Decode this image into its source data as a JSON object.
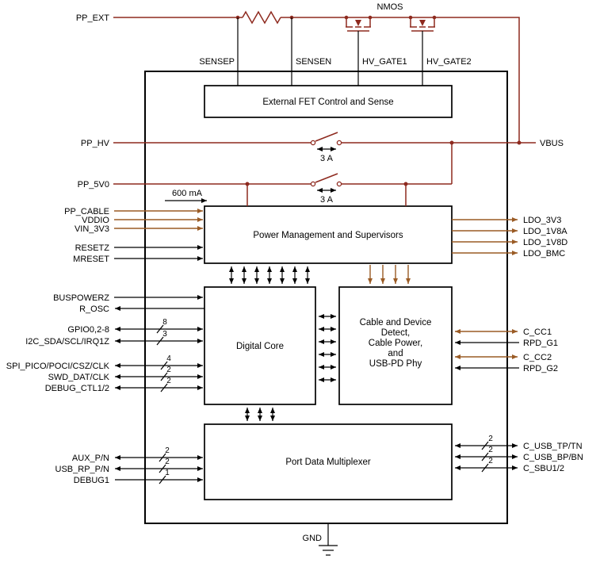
{
  "colors": {
    "power_rail_red": "#8e2a1f",
    "ldo_brown": "#9a5b25",
    "signal_black": "#000000",
    "background": "#ffffff"
  },
  "top_section": {
    "nmos_label": "NMOS",
    "pp_ext": "PP_EXT",
    "sensep": "SENSEP",
    "sensen": "SENSEN",
    "hv_gate1": "HV_GATE1",
    "hv_gate2": "HV_GATE2"
  },
  "power_path": {
    "pp_hv": "PP_HV",
    "vbus": "VBUS",
    "pp_5v0": "PP_5V0",
    "switch_hv_rating": "3 A",
    "switch_5v_rating": "3 A",
    "cable_current_limit": "600 mA"
  },
  "blocks": {
    "fet_control": "External FET Control and Sense",
    "power_mgmt": "Power Management and Supervisors",
    "digital_core": "Digital Core",
    "cable_detect_lines": [
      "Cable and Device",
      "Detect,",
      "Cable Power,",
      "and",
      "USB-PD Phy"
    ],
    "port_mux": "Port Data Multiplexer"
  },
  "left_pins": {
    "pp_cable": "PP_CABLE",
    "vddio": "VDDIO",
    "vin_3v3": "VIN_3V3",
    "resetz": "RESETZ",
    "mreset": "MRESET",
    "buspowerz": "BUSPOWERZ",
    "r_osc": "R_OSC",
    "gpio": {
      "label": "GPIO0,2-8",
      "width": "8"
    },
    "i2c": {
      "label": "I2C_SDA/SCL/IRQ1Z",
      "width": "3"
    },
    "spi": {
      "label": "SPI_PICO/POCI/CSZ/CLK",
      "width": "4"
    },
    "swd": {
      "label": "SWD_DAT/CLK",
      "width": "2"
    },
    "debug_ctl": {
      "label": "DEBUG_CTL1/2",
      "width": "2"
    },
    "aux": {
      "label": "AUX_P/N",
      "width": "2"
    },
    "usb_rp": {
      "label": "USB_RP_P/N",
      "width": "2"
    },
    "debug1": {
      "label": "DEBUG1",
      "width": "1"
    }
  },
  "right_pins": {
    "ldo_3v3": "LDO_3V3",
    "ldo_1v8a": "LDO_1V8A",
    "ldo_1v8d": "LDO_1V8D",
    "ldo_bmc": "LDO_BMC",
    "c_cc1": "C_CC1",
    "rpd_g1": "RPD_G1",
    "c_cc2": "C_CC2",
    "rpd_g2": "RPD_G2",
    "c_usb_tp": {
      "label": "C_USB_TP/TN",
      "width": "2"
    },
    "c_usb_bp": {
      "label": "C_USB_BP/BN",
      "width": "2"
    },
    "c_sbu": {
      "label": "C_SBU1/2",
      "width": "2"
    }
  },
  "ground": {
    "label": "GND"
  }
}
